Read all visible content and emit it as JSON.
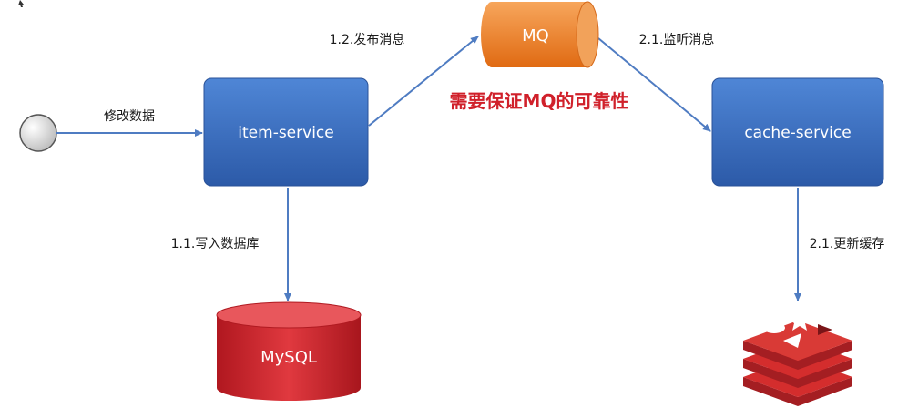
{
  "nodes": {
    "item_service": "item-service",
    "cache_service": "cache-service",
    "mq": "MQ",
    "mysql": "MySQL"
  },
  "edges": {
    "modify_data": "修改数据",
    "publish_message": "1.2.发布消息",
    "listen_message": "2.1.监听消息",
    "write_db": "1.1.写入数据库",
    "update_cache": "2.1.更新缓存"
  },
  "note": "需要保证MQ的可靠性",
  "icons": {
    "start": "start-circle-icon",
    "redis": "redis-logo-icon"
  },
  "colors": {
    "service_box": "#3a6fbf",
    "mq": "#ee7e24",
    "mysql": "#cc2229",
    "arrow": "#4f7cc2",
    "note": "#d0202a",
    "redis": "#d42d2d"
  }
}
